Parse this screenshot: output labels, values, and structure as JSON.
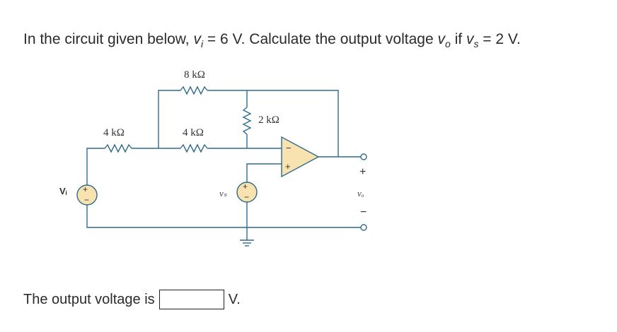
{
  "question": {
    "prefix": "In the circuit given below, ",
    "vi_sym": "v",
    "vi_sub": "i",
    "vi_val": " = 6 V. Calculate the output voltage ",
    "vo_sym": "v",
    "vo_sub": "o",
    "mid": " if ",
    "vs_sym": "v",
    "vs_sub": "s",
    "vs_val": " = 2 V."
  },
  "circuit": {
    "r_feedback": "8 kΩ",
    "r_input": "4 kΩ",
    "r_mid": "4 kΩ",
    "r_bias": "2 kΩ",
    "src_vi_label": "Vᵢ",
    "src_vs_label": "vₛ",
    "out_label": "vₒ",
    "plus": "+",
    "minus": "−"
  },
  "answer": {
    "prompt": "The output voltage is",
    "unit": "V.",
    "value": ""
  }
}
